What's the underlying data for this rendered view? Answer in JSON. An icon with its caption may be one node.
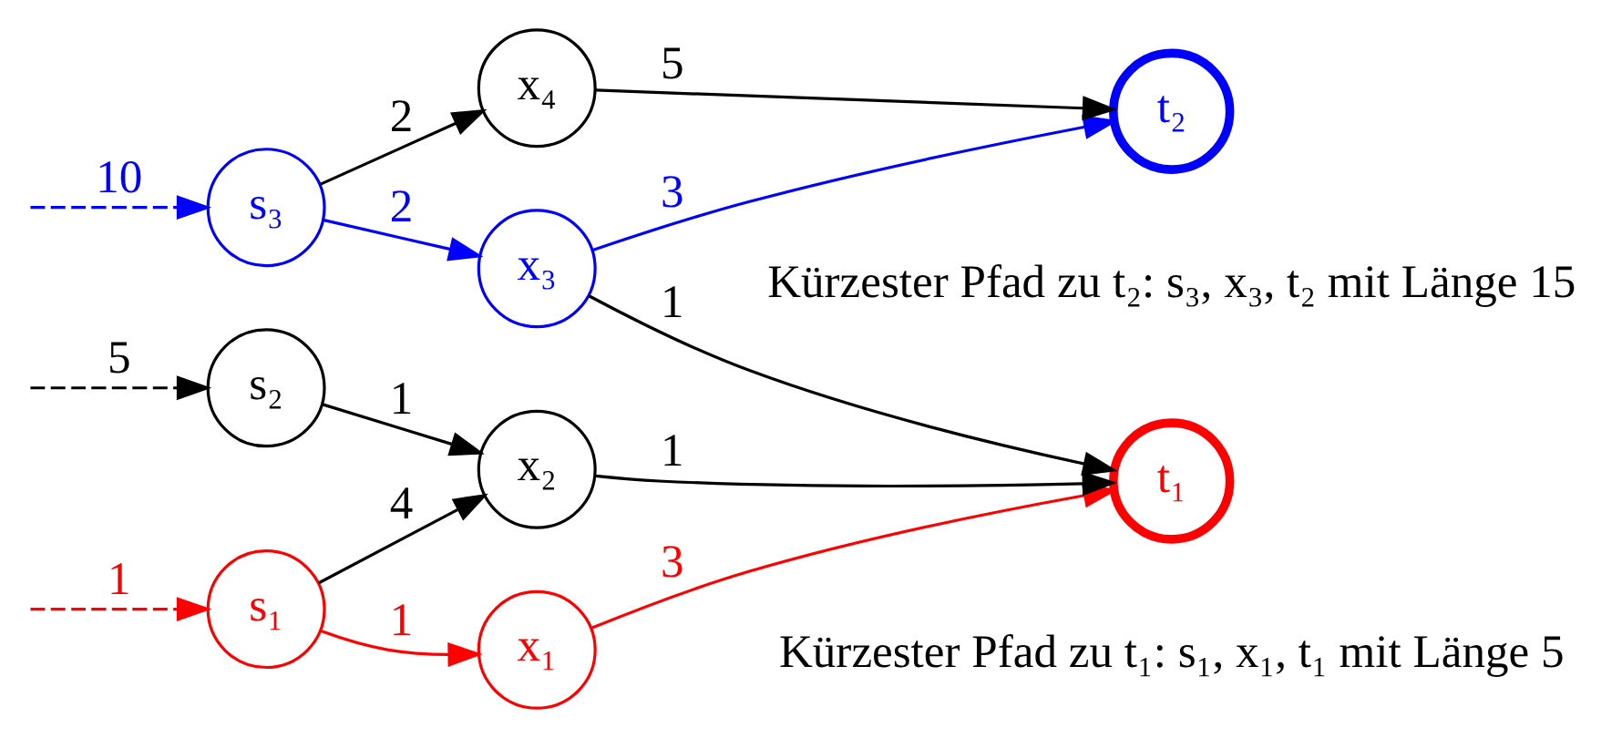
{
  "diagram": {
    "nodes": [
      {
        "text": [
          "s₁"
        ]
      },
      {
        "text": [
          "x₁"
        ]
      },
      {
        "text": [
          "s₂"
        ]
      },
      {
        "text": [
          "x₂"
        ]
      },
      {
        "text": [
          "s₃"
        ]
      },
      {
        "text": [
          "x₃"
        ]
      },
      {
        "text": [
          "x₄"
        ]
      },
      {
        "text": [
          "t₁"
        ],
        "beside": [
          "Kürzester Pfad zu t₁: s₁, x₁, t₁ mit Länge 5"
        ]
      },
      {
        "text": [
          "t₂"
        ],
        "beside": [
          "Kürzester Pfad zu t₂: s₃, x₃, t₂ mit Länge 15"
        ]
      }
    ],
    "edges": [
      {
        "from": null,
        "to": 0,
        "arrow": "to",
        "label": "1",
        "style": "dashed",
        "color": "#ff0000"
      },
      {
        "from": null,
        "to": 2,
        "arrow": "to",
        "label": "5",
        "style": "dashed"
      },
      {
        "from": null,
        "to": 4,
        "arrow": "to",
        "label": "10",
        "style": "dashed",
        "color": "#0000ff"
      },
      {
        "from": 0,
        "to": 1,
        "arrow": "to",
        "label": "1",
        "color": "#ff0000"
      },
      {
        "from": 0,
        "to": 3,
        "arrow": "to",
        "label": "4"
      },
      {
        "from": 1,
        "to": 7,
        "arrow": "to",
        "label": "3",
        "color": "#ff0000"
      },
      {
        "from": 2,
        "to": 3,
        "arrow": "to",
        "label": "1"
      },
      {
        "from": 3,
        "to": 7,
        "arrow": "to",
        "label": "1"
      },
      {
        "from": 5,
        "to": 7,
        "arrow": "to",
        "label": "1"
      },
      {
        "from": 4,
        "to": 5,
        "arrow": "to",
        "label": "2",
        "color": "#0000ff"
      },
      {
        "from": 4,
        "to": 6,
        "arrow": "to",
        "label": "2"
      },
      {
        "from": 5,
        "to": 8,
        "arrow": "to",
        "label": "3",
        "color": "#0000ff"
      },
      {
        "from": 6,
        "to": 8,
        "arrow": "to",
        "label": "5"
      }
    ]
  }
}
